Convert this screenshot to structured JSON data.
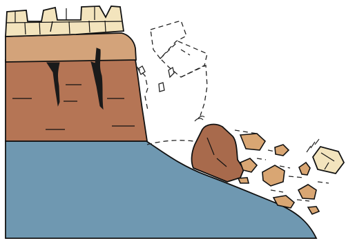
{
  "diagram": {
    "kind": "rockfall-cross-section",
    "colors": {
      "background": "#ffffff",
      "outline": "#111111",
      "caprock": "#f3e4bd",
      "upper_layer": "#d3a37a",
      "cliff_body": "#b57555",
      "fallen_block": "#a86a4c",
      "debris": "#d9a673",
      "ground": "#6f98b1",
      "crack": "#1a1a1a"
    },
    "components": [
      "caprock-layer",
      "upper-sandstone-layer",
      "cliff-body",
      "joint-cracks",
      "ground-surface",
      "fallen-blocks",
      "falling-debris",
      "ghost-outline"
    ]
  }
}
